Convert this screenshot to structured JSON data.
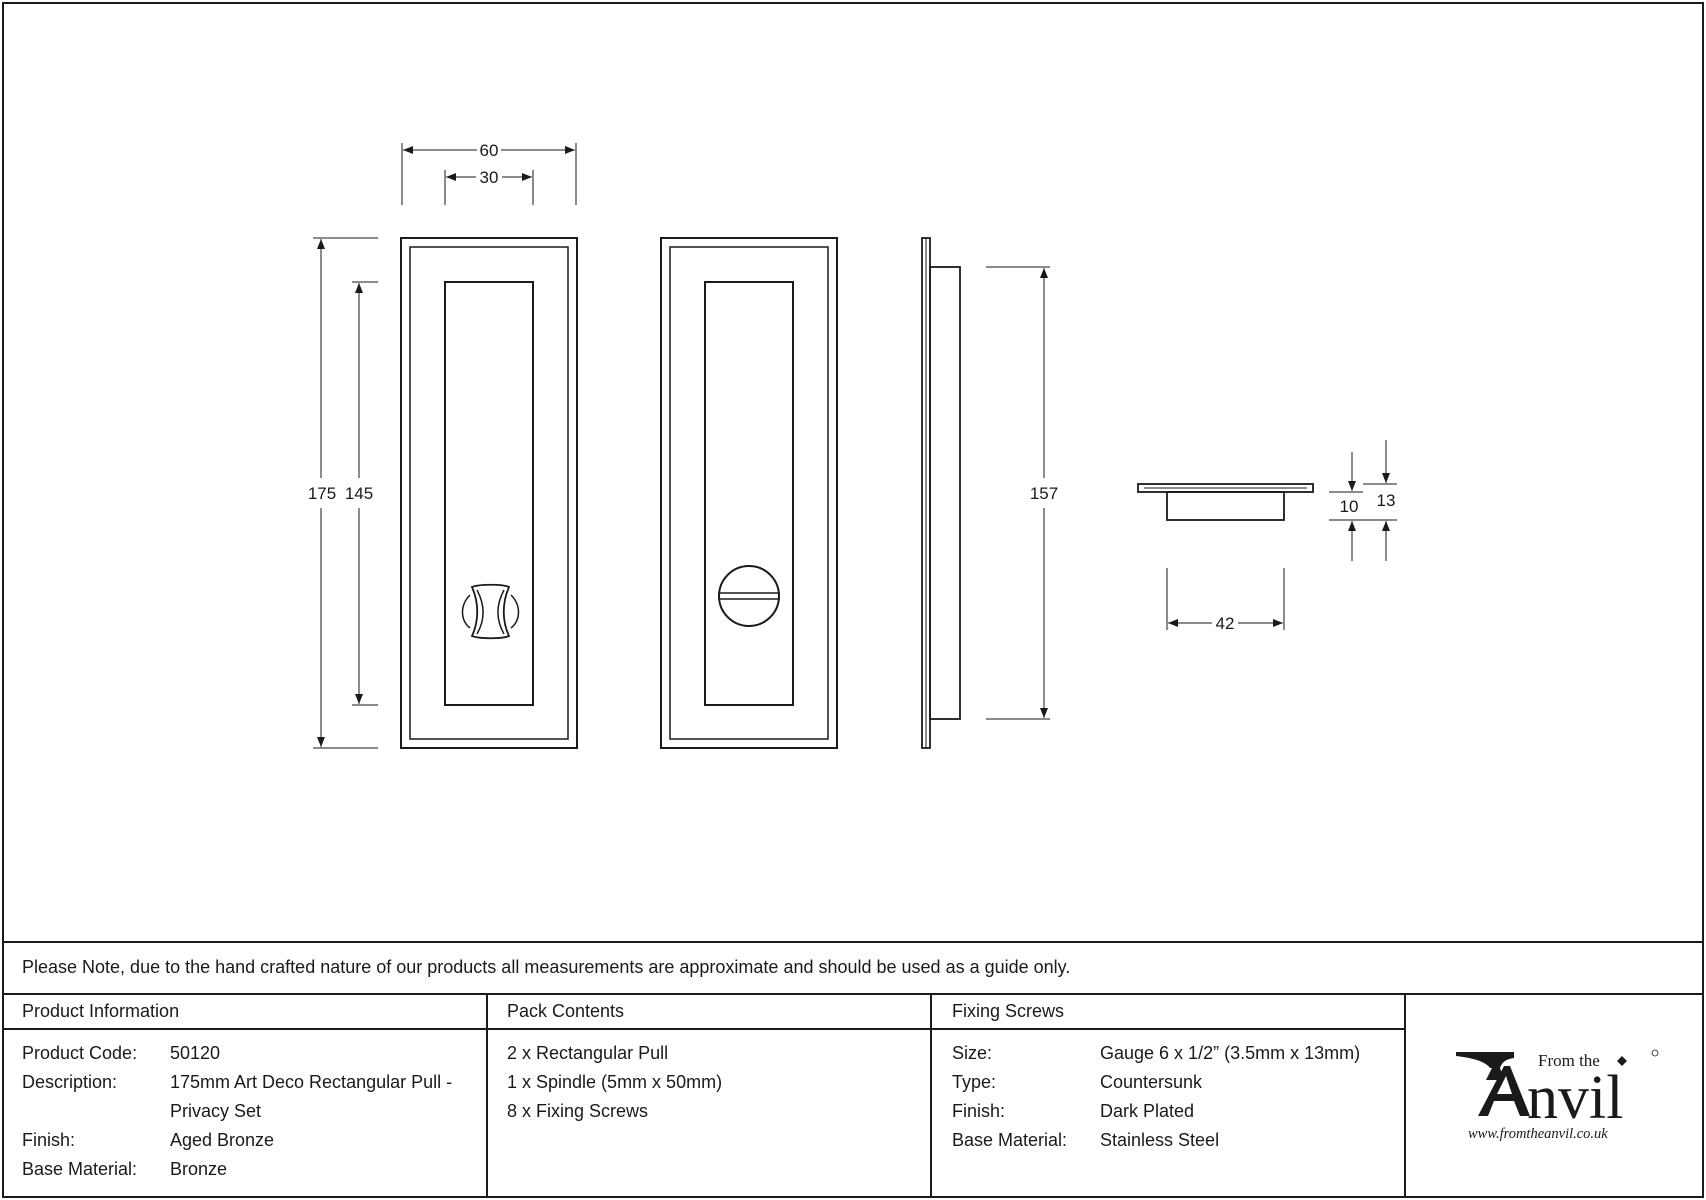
{
  "dimensions": {
    "width_outer": "60",
    "width_inner": "30",
    "height_outer": "175",
    "height_inner": "145",
    "side_height": "157",
    "depth_a": "10",
    "depth_b": "13",
    "recess_width": "42"
  },
  "note": "Please Note, due to the hand crafted nature of our products all measurements are approximate and should be used as a guide only.",
  "product_info": {
    "heading": "Product Information",
    "rows": [
      {
        "label": "Product Code:",
        "value": "50120"
      },
      {
        "label": "Description:",
        "value": "175mm Art Deco Rectangular Pull -"
      },
      {
        "label": "",
        "value": "Privacy Set"
      },
      {
        "label": "Finish:",
        "value": "Aged Bronze"
      },
      {
        "label": "Base Material:",
        "value": "Bronze"
      }
    ]
  },
  "pack_contents": {
    "heading": "Pack Contents",
    "items": [
      "2 x Rectangular Pull",
      "1 x Spindle (5mm x 50mm)",
      "8 x Fixing Screws"
    ]
  },
  "fixing_screws": {
    "heading": "Fixing Screws",
    "rows": [
      {
        "label": "Size:",
        "value": "Gauge 6 x 1/2” (3.5mm x 13mm)"
      },
      {
        "label": "Type:",
        "value": "Countersunk"
      },
      {
        "label": "Finish:",
        "value": "Dark Plated"
      },
      {
        "label": "Base Material:",
        "value": "Stainless Steel"
      }
    ]
  },
  "logo": {
    "from_the": "From the",
    "brand": "Anvil",
    "url": "www.fromtheanvil.co.uk"
  }
}
